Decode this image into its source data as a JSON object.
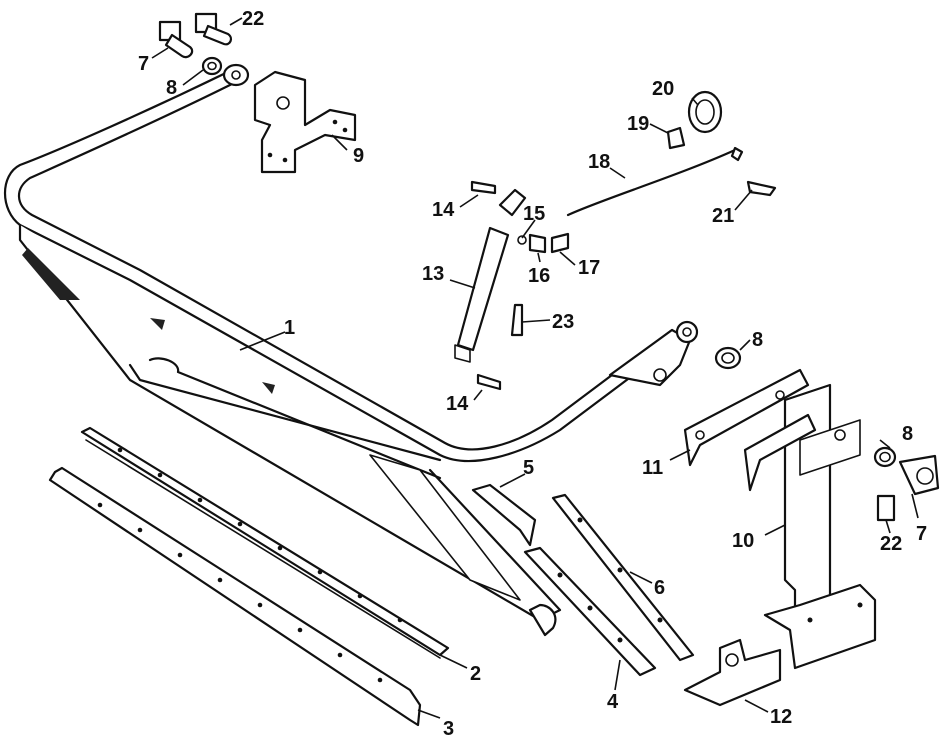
{
  "callouts": {
    "c1": "1",
    "c2": "2",
    "c3": "3",
    "c4": "4",
    "c5": "5",
    "c6": "6",
    "c7a": "7",
    "c7b": "7",
    "c8a": "8",
    "c8b": "8",
    "c8c": "8",
    "c9": "9",
    "c10": "10",
    "c11": "11",
    "c12": "12",
    "c13": "13",
    "c14a": "14",
    "c14b": "14",
    "c15": "15",
    "c16": "16",
    "c17": "17",
    "c18": "18",
    "c19": "19",
    "c20": "20",
    "c21": "21",
    "c22a": "22",
    "c22b": "22",
    "c23": "23"
  },
  "colors": {
    "ink": "#111111",
    "paper": "#ffffff"
  }
}
